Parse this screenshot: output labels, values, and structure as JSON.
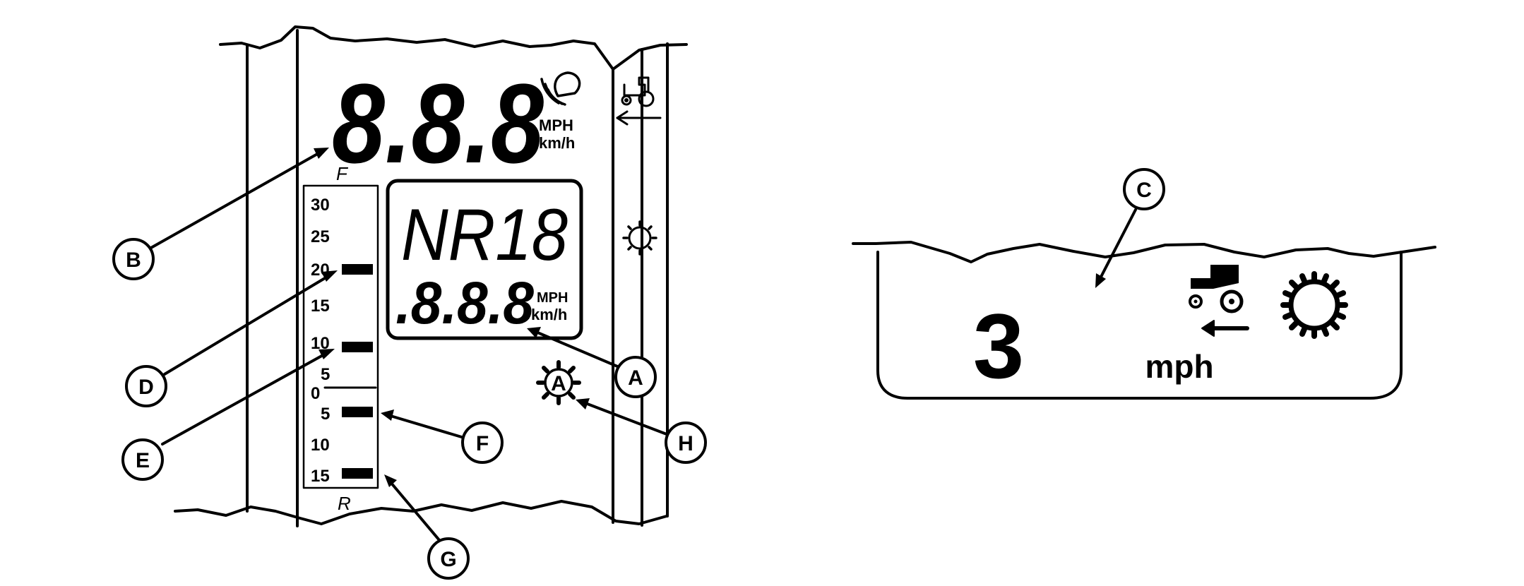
{
  "dashboard": {
    "main_readout": "8.8.8",
    "main_units": [
      "MPH",
      "km/h"
    ],
    "forward_label": "F",
    "reverse_label": "R",
    "gear_readout": "NR18",
    "secondary_readout": ".8.8.8",
    "secondary_units": [
      "MPH",
      "km/h"
    ],
    "gear_icon_letter": "A",
    "scale_forward": [
      "30",
      "25",
      "20",
      "15",
      "10",
      "5",
      "0"
    ],
    "scale_reverse": [
      "5",
      "10",
      "15"
    ]
  },
  "detail": {
    "speed_value": "3",
    "speed_unit": "mph"
  },
  "callouts": [
    "A",
    "B",
    "C",
    "D",
    "E",
    "F",
    "G",
    "H"
  ],
  "icons": [
    "tractor-icon",
    "reverse-arrow-icon",
    "sun-icon",
    "gear-icon",
    "antenna-signal-icon"
  ]
}
